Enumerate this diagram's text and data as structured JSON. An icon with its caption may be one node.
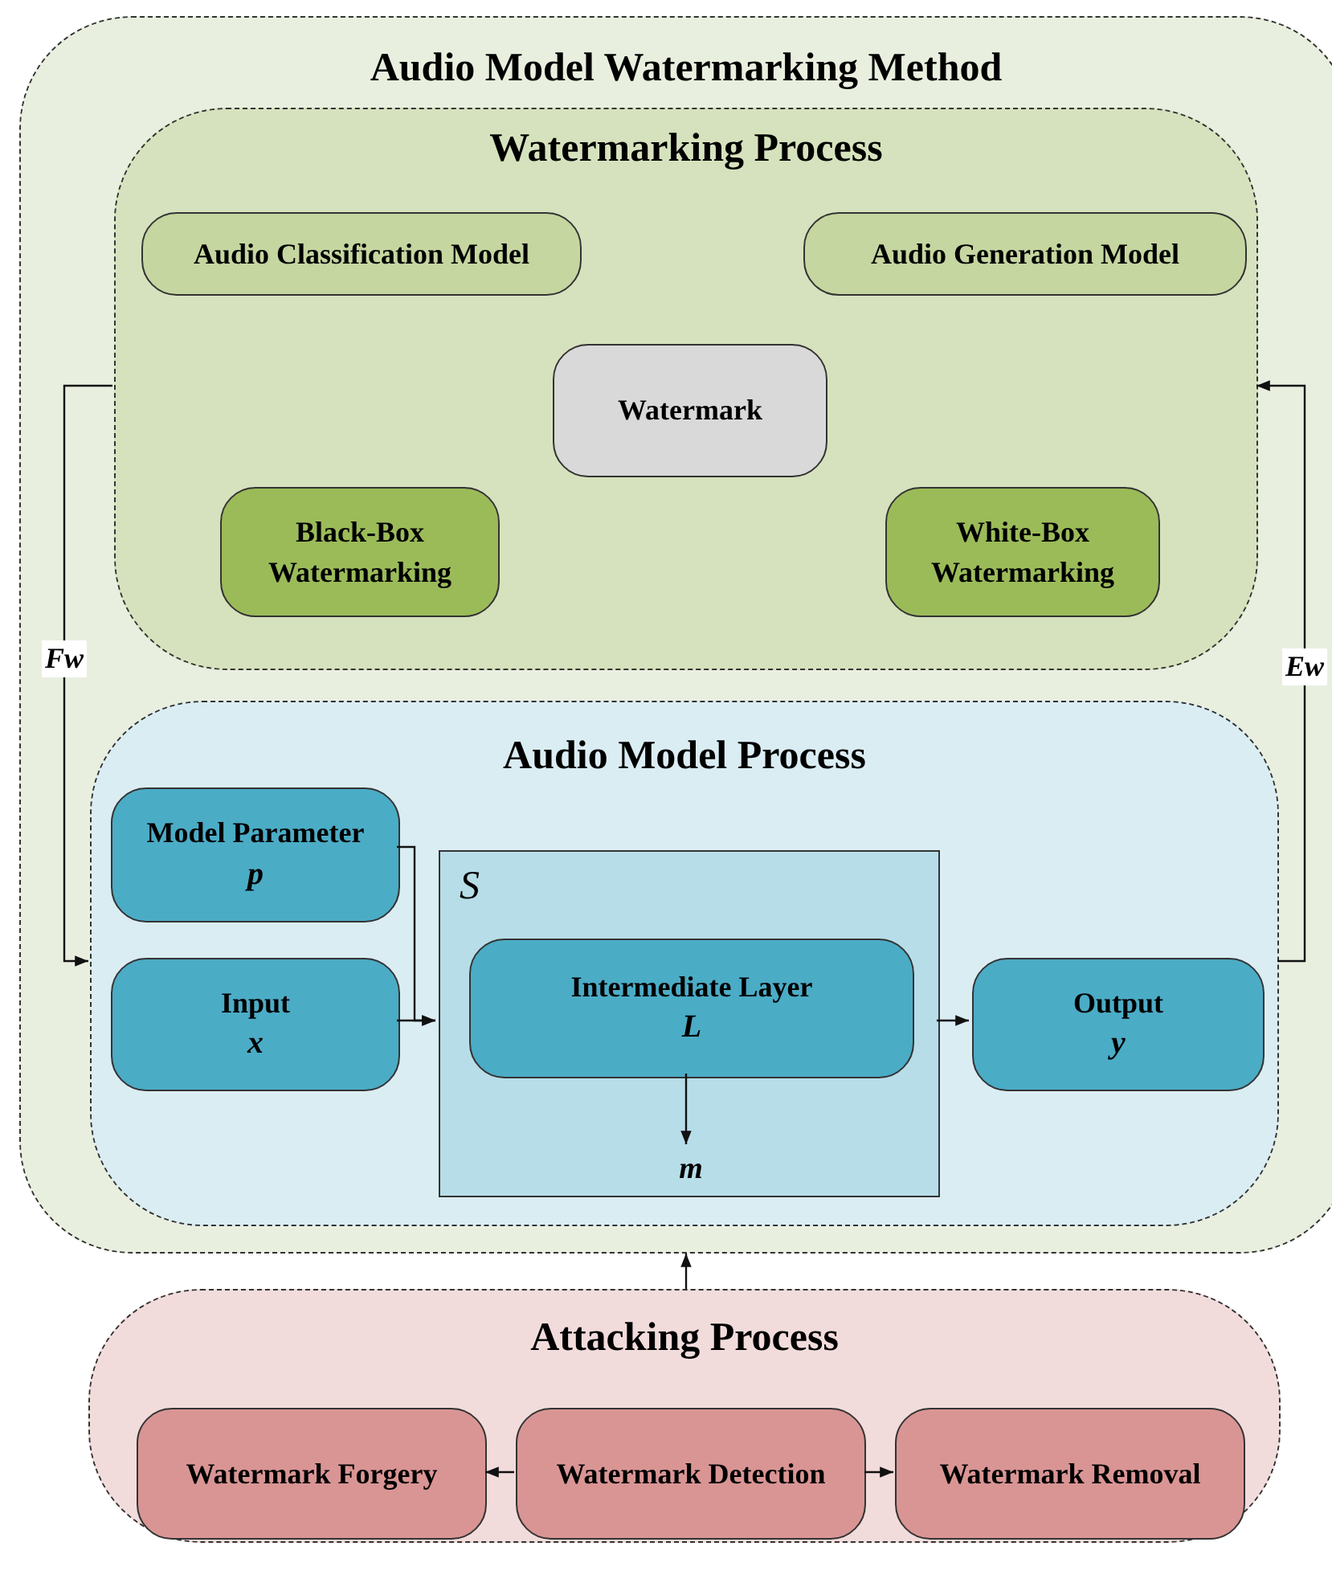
{
  "diagram": {
    "nodes": [
      {
        "text": [
          "Audio Model Watermarking Method"
        ]
      },
      {
        "text": [
          "Watermarking Process"
        ],
        "in": 0
      },
      {
        "text": [
          "Audio Classification Model"
        ],
        "in": 1
      },
      {
        "text": [
          "Audio Generation Model"
        ],
        "in": 1
      },
      {
        "text": [
          "Watermark"
        ],
        "in": 1
      },
      {
        "text": [
          "Black-Box Watermarking"
        ],
        "in": 1
      },
      {
        "text": [
          "White-Box Watermarking"
        ],
        "in": 1
      },
      {
        "text": [
          "Audio Model Process"
        ],
        "in": 0
      },
      {
        "text": [
          "Model Parameter",
          "p"
        ],
        "in": 7
      },
      {
        "text": [
          "Input",
          "x"
        ],
        "in": 7
      },
      {
        "text": [
          "S"
        ],
        "in": 7
      },
      {
        "text": [
          "Intermediate Layer",
          "L"
        ],
        "in": 10
      },
      {
        "text": [
          "m"
        ],
        "in": 10
      },
      {
        "text": [
          "Output",
          "y"
        ],
        "in": 7
      },
      {
        "text": [
          "Attacking Process"
        ]
      },
      {
        "text": [
          "Watermark Forgery"
        ],
        "in": 14
      },
      {
        "text": [
          "Watermark Detection"
        ],
        "in": 14
      },
      {
        "text": [
          "Watermark Removal"
        ],
        "in": 14
      }
    ],
    "edges": [
      {
        "from": 1,
        "to": 7,
        "arrow": "to",
        "label": "Fw"
      },
      {
        "from": 7,
        "to": 1,
        "arrow": "to",
        "label": "Ew"
      },
      {
        "from": 8,
        "to": 10,
        "arrow": "to"
      },
      {
        "from": 9,
        "to": 10,
        "arrow": "to"
      },
      {
        "from": 10,
        "to": 13,
        "arrow": "to"
      },
      {
        "from": 11,
        "to": 12,
        "arrow": "to"
      },
      {
        "from": 14,
        "to": 0,
        "arrow": "to"
      },
      {
        "from": 16,
        "to": 15,
        "arrow": "to"
      },
      {
        "from": 16,
        "to": 17,
        "arrow": "to"
      }
    ]
  }
}
